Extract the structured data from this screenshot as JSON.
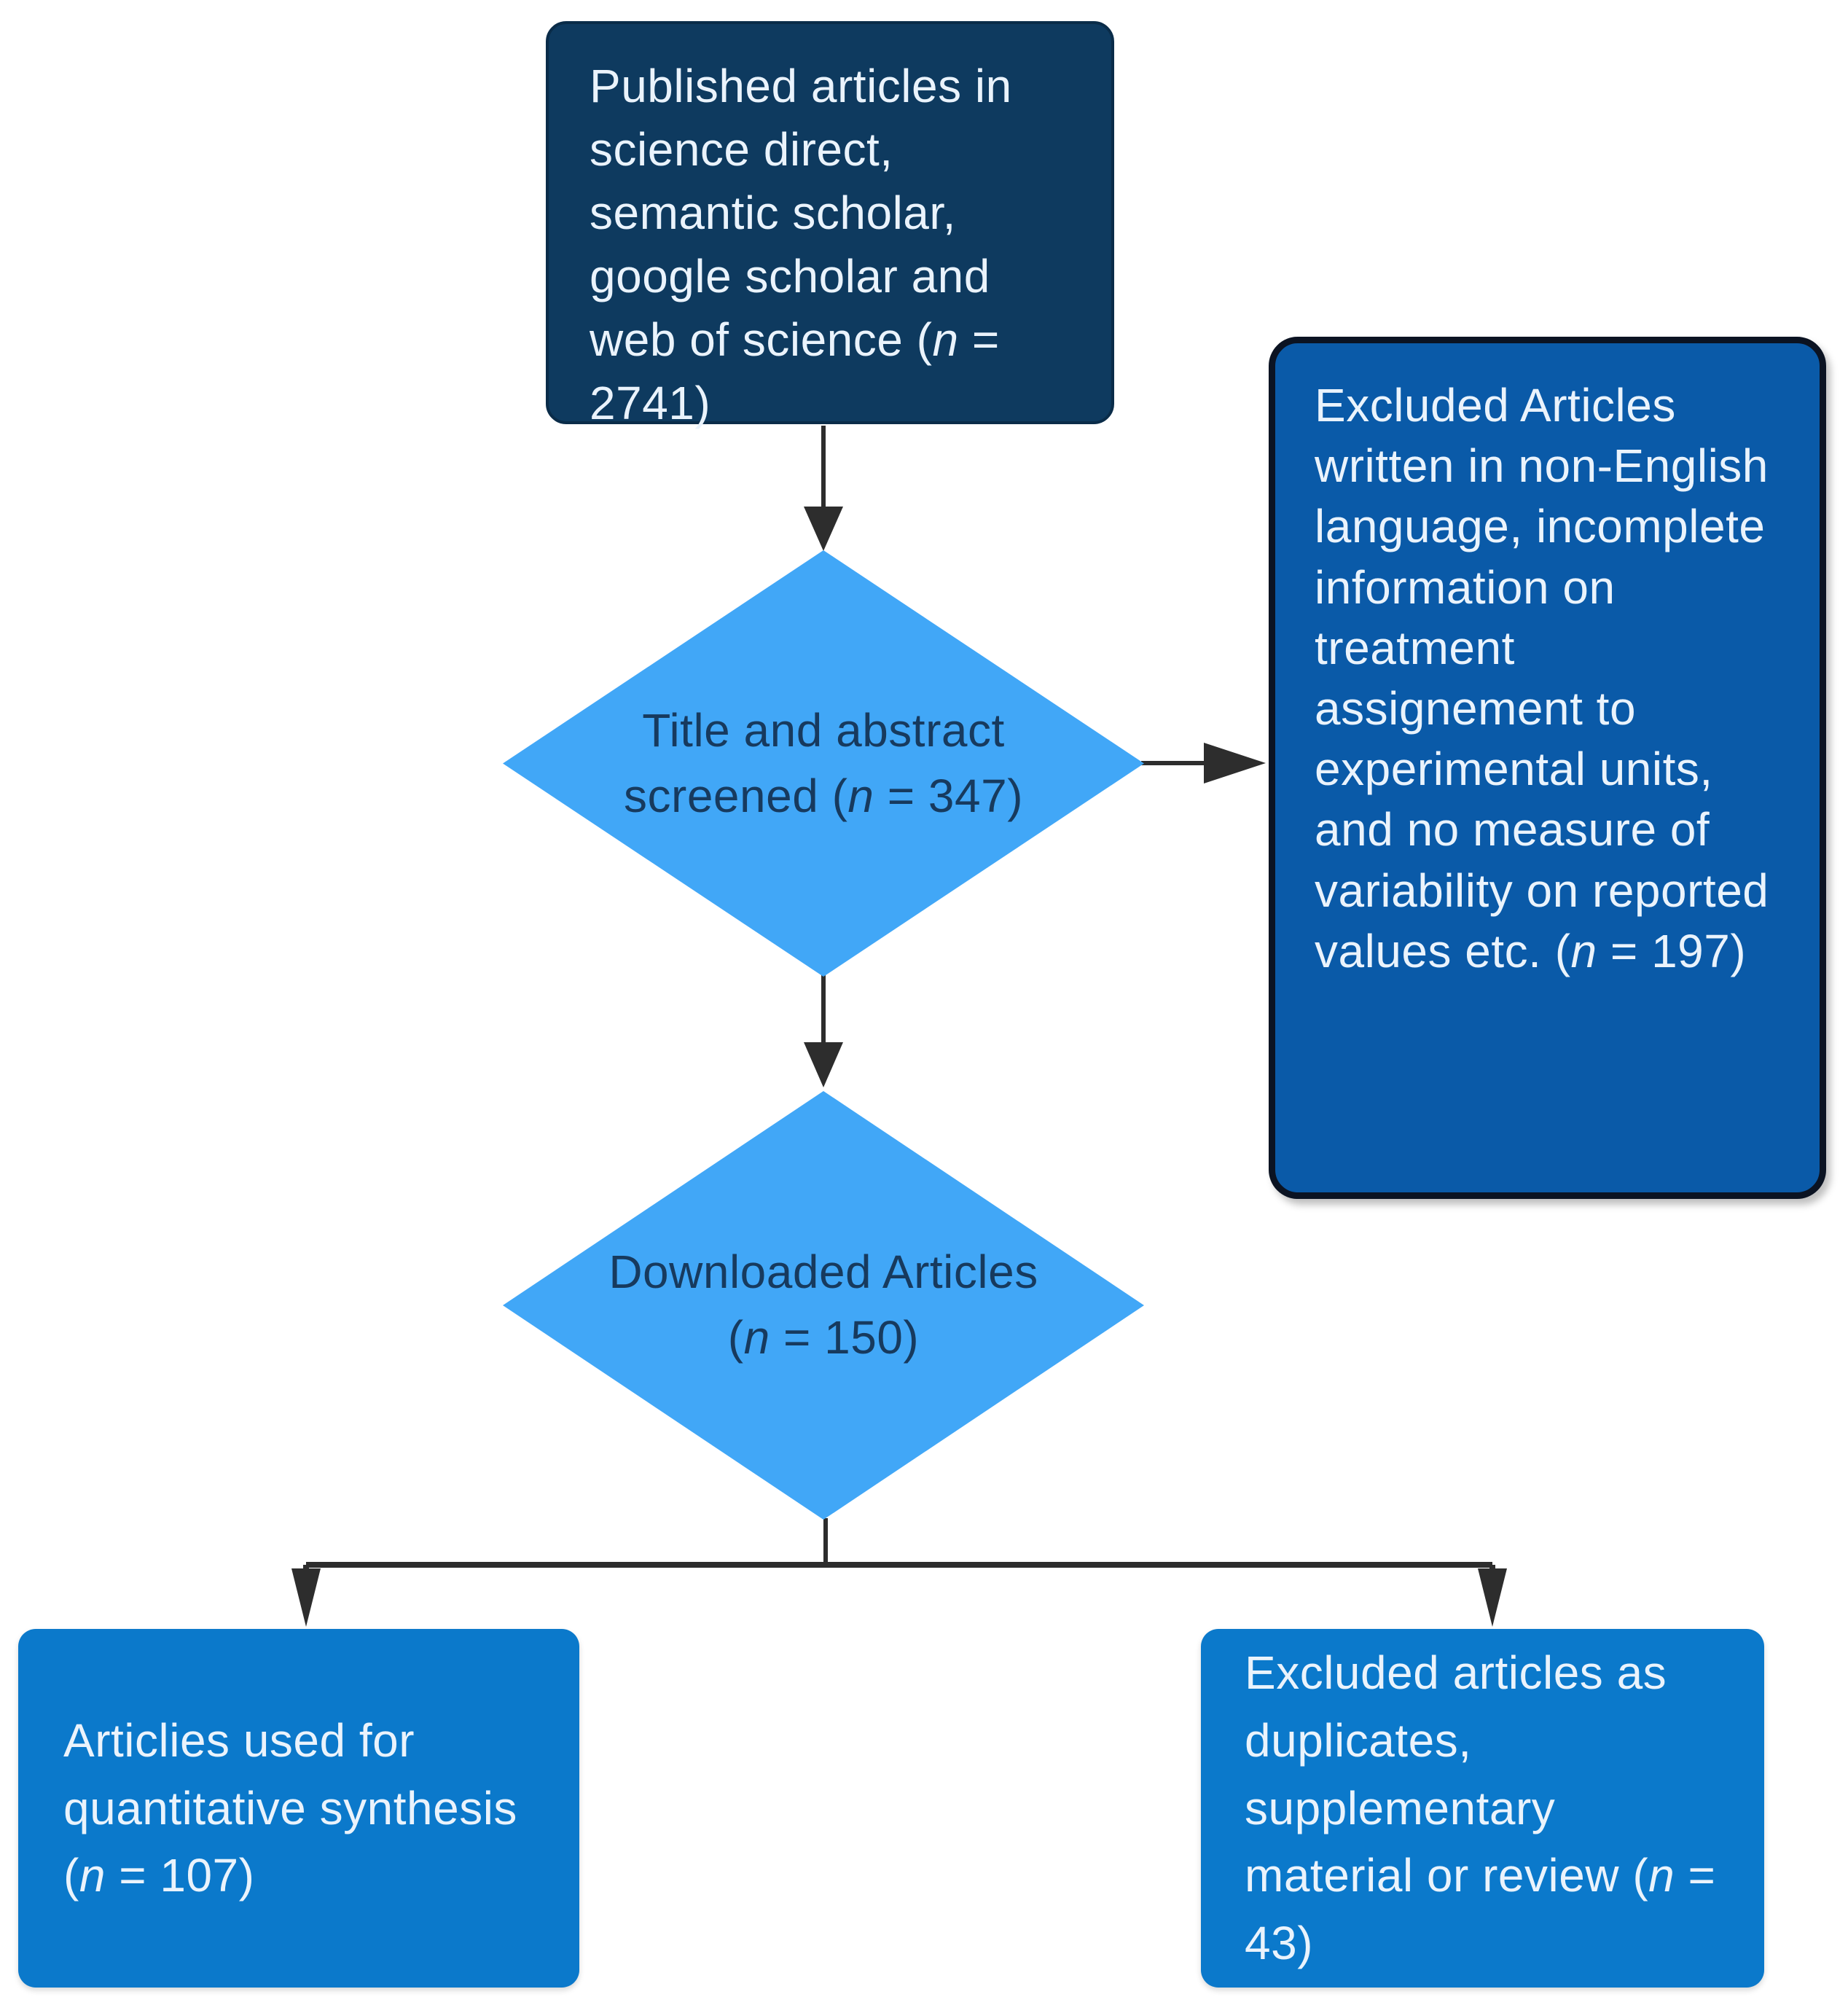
{
  "diagram": {
    "type": "flowchart",
    "title": "Article screening flow diagram",
    "nodes": {
      "source": {
        "shape": "rectangle",
        "parts": [
          "Published articles in science direct, semantic scholar, google scholar and web of science  (",
          "n",
          " = 2741)"
        ]
      },
      "screened": {
        "shape": "diamond",
        "parts": [
          "Title and abstract screened (",
          "n",
          " = 347)"
        ]
      },
      "excluded_screening": {
        "shape": "rectangle",
        "parts": [
          "Excluded Articles written in non-English language, incomplete information on treatment assignement to experimental units, and no measure of variability on reported values etc. (",
          "n",
          " = 197)"
        ]
      },
      "downloaded": {
        "shape": "diamond",
        "parts": [
          "Downloaded Articles (",
          "n",
          " = 150)"
        ]
      },
      "quantitative": {
        "shape": "rectangle",
        "parts": [
          "Articlies used for quantitative synthesis (",
          "n",
          " = 107)"
        ]
      },
      "excluded_duplicates": {
        "shape": "rectangle",
        "parts": [
          "Excluded articles as duplicates, supplementary material or review (",
          "n",
          " = 43)"
        ]
      }
    },
    "edges": [
      "source -> screened",
      "screened -> excluded_screening",
      "screened -> downloaded",
      "downloaded -> quantitative",
      "downloaded -> excluded_duplicates"
    ],
    "colors": {
      "background": "#ffffff",
      "source_box": "#0e3a5f",
      "excluded_box": "#0a5aa8",
      "result_box": "#0b79cb",
      "diamond": "#41a7f7",
      "diamond_text": "#173a5e",
      "box_text": "#eaf3fc",
      "arrow": "#2d2d2d"
    }
  }
}
